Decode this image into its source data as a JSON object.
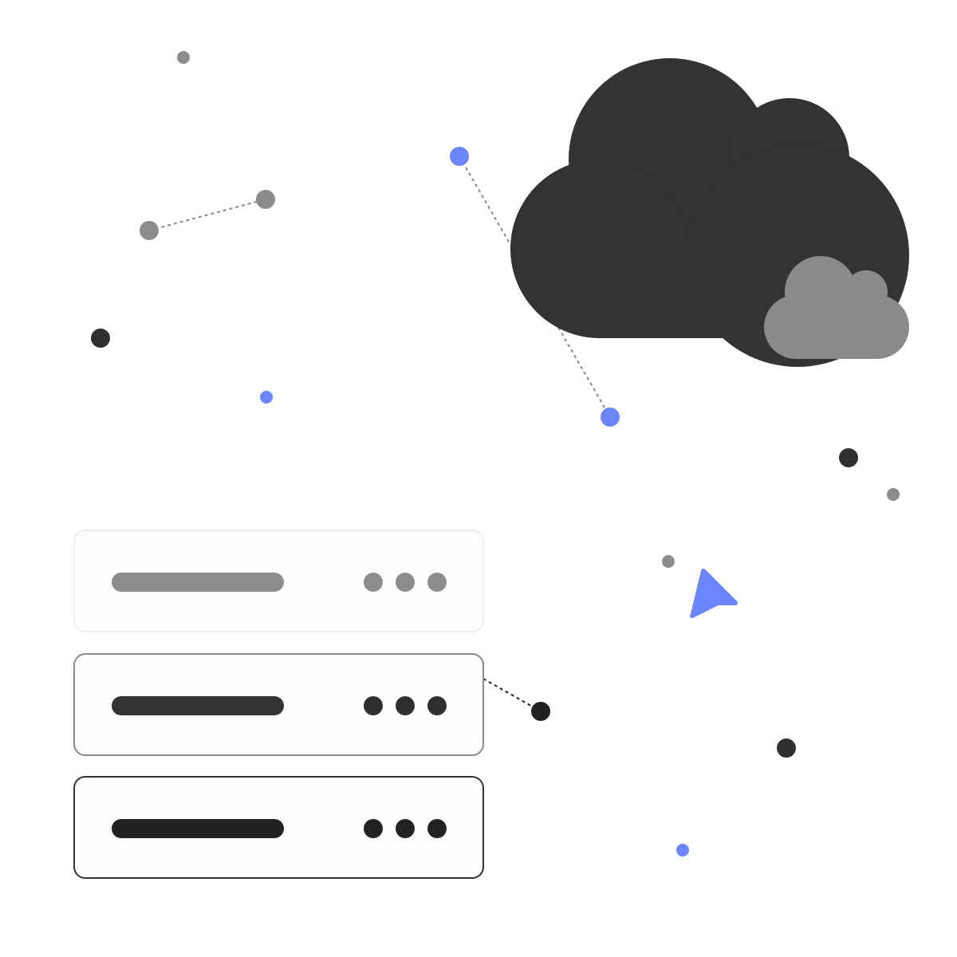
{
  "illustration": {
    "subject": "cloud-server-connection",
    "icons": [
      "cloud-icon",
      "small-cloud-icon",
      "server-rack-icon",
      "cursor-arrow-icon"
    ],
    "colors": {
      "background": "#ffffff",
      "cloud_dark": "#333333",
      "cloud_light": "#8a8a8a",
      "accent_blue": "#6b85ff",
      "node_dark": "#2f2f2f",
      "node_gray": "#8c8c8c",
      "connector": "#888888",
      "server_panel_fill": "#fdfdfd"
    }
  },
  "server_units": [
    {
      "name": "server-unit-top",
      "state": "faded",
      "bar_color": "#8c8c8c",
      "led_color": "#8c8c8c",
      "border_color": "#eeeeee"
    },
    {
      "name": "server-unit-middle",
      "state": "connected",
      "bar_color": "#333333",
      "led_color": "#2f2f2f",
      "border_color": "#8a8a8a"
    },
    {
      "name": "server-unit-bottom",
      "state": "active",
      "bar_color": "#222222",
      "led_color": "#222222",
      "border_color": "#333333"
    }
  ]
}
